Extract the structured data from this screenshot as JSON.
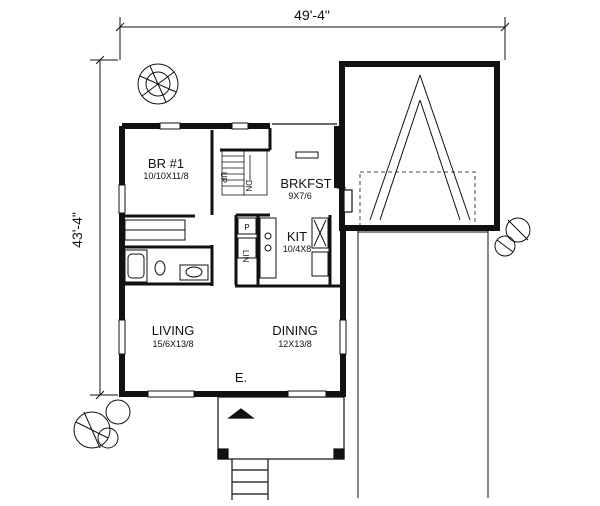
{
  "dimensions": {
    "width": "49'-4\"",
    "depth": "43'-4\""
  },
  "rooms": {
    "br1": {
      "name": "BR #1",
      "size": "10/10X11/8"
    },
    "brkfst": {
      "name": "BRKFST",
      "size": "9X7/6"
    },
    "kit": {
      "name": "KIT",
      "size": "10/4X8"
    },
    "living": {
      "name": "LIVING",
      "size": "15/6X13/8"
    },
    "dining": {
      "name": "DINING",
      "size": "12X13/8"
    }
  },
  "labels": {
    "entry": "E.",
    "up": "UP",
    "down": "DN",
    "linen": "LIN",
    "pantry": "P"
  },
  "colors": {
    "ink": "#111111",
    "paper": "#ffffff"
  }
}
